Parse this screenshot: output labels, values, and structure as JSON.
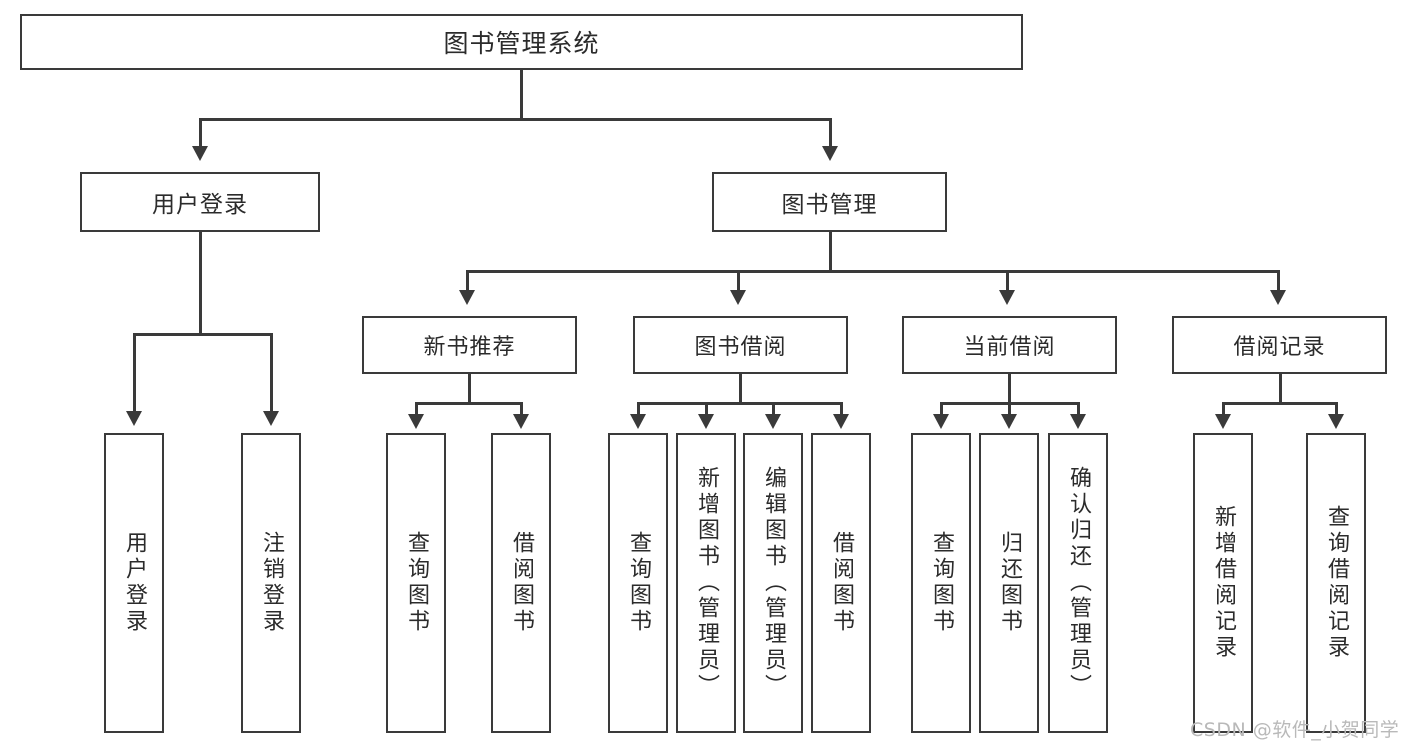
{
  "diagram": {
    "title": "图书管理系统",
    "type": "tree",
    "root": {
      "label": "图书管理系统"
    },
    "level2": [
      {
        "label": "用户登录"
      },
      {
        "label": "图书管理"
      }
    ],
    "level3": [
      {
        "label": "新书推荐"
      },
      {
        "label": "图书借阅"
      },
      {
        "label": "当前借阅"
      },
      {
        "label": "借阅记录"
      }
    ],
    "leaves": {
      "user_login": [
        {
          "label": "用户登录"
        },
        {
          "label": "注销登录"
        }
      ],
      "new_book_recommend": [
        {
          "label": "查询图书"
        },
        {
          "label": "借阅图书"
        }
      ],
      "book_borrow": [
        {
          "label": "查询图书"
        },
        {
          "label": "新增图书（管理员）"
        },
        {
          "label": "编辑图书（管理员）"
        },
        {
          "label": "借阅图书"
        }
      ],
      "current_borrow": [
        {
          "label": "查询图书"
        },
        {
          "label": "归还图书"
        },
        {
          "label": "确认归还（管理员）"
        }
      ],
      "borrow_record": [
        {
          "label": "新增借阅记录"
        },
        {
          "label": "查询借阅记录"
        }
      ]
    }
  },
  "watermark": {
    "text": "CSDN @软件_小贺同学"
  },
  "colors": {
    "stroke": "#3a3a3a",
    "text": "#2b2b2b",
    "background": "#ffffff",
    "watermark": "#b9b9b9"
  }
}
